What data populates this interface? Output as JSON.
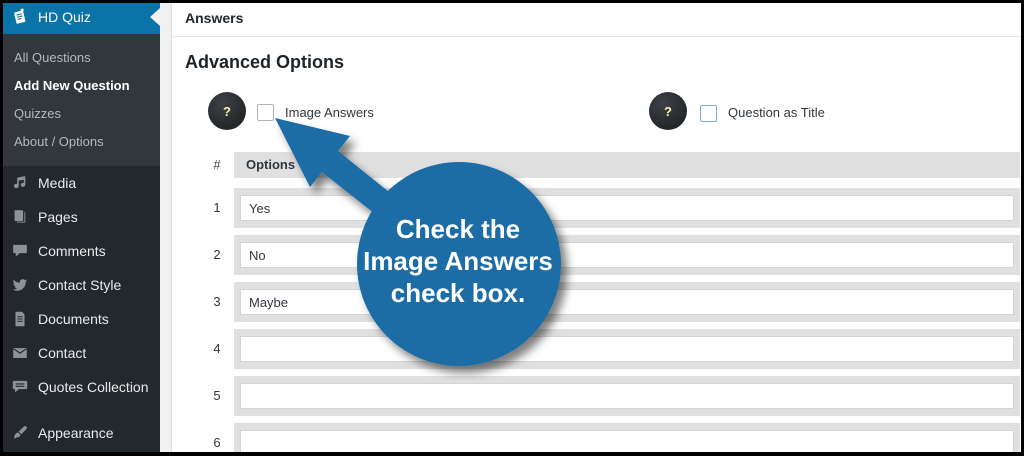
{
  "sidebar": {
    "header": {
      "label": "HD Quiz",
      "icon": "quiz-icon"
    },
    "submenu": [
      {
        "label": "All Questions",
        "active": false
      },
      {
        "label": "Add New Question",
        "active": true
      },
      {
        "label": "Quizzes",
        "active": false
      },
      {
        "label": "About / Options",
        "active": false
      }
    ],
    "items": [
      {
        "label": "Media",
        "icon": "media-icon",
        "separator_before": false
      },
      {
        "label": "Pages",
        "icon": "pages-icon",
        "separator_before": false
      },
      {
        "label": "Comments",
        "icon": "comments-icon",
        "separator_before": false
      },
      {
        "label": "Contact Style",
        "icon": "twitter-icon",
        "separator_before": false
      },
      {
        "label": "Documents",
        "icon": "document-icon",
        "separator_before": false
      },
      {
        "label": "Contact",
        "icon": "envelope-icon",
        "separator_before": false
      },
      {
        "label": "Quotes Collection",
        "icon": "quote-bubble-icon",
        "separator_before": false
      },
      {
        "label": "Appearance",
        "icon": "brush-icon",
        "separator_before": true
      }
    ]
  },
  "panel": {
    "title": "Answers",
    "section_heading": "Advanced Options",
    "options": [
      {
        "help": "?",
        "label": "Image Answers",
        "checked": false
      },
      {
        "help": "?",
        "label": "Question as Title",
        "checked": false
      }
    ],
    "table": {
      "columns": [
        "#",
        "Options"
      ],
      "rows": [
        {
          "num": "1",
          "value": "Yes"
        },
        {
          "num": "2",
          "value": "No"
        },
        {
          "num": "3",
          "value": "Maybe"
        },
        {
          "num": "4",
          "value": ""
        },
        {
          "num": "5",
          "value": ""
        },
        {
          "num": "6",
          "value": ""
        }
      ]
    }
  },
  "callout": {
    "lines": [
      "Check the",
      "Image Answers",
      "check box."
    ]
  },
  "colors": {
    "admin_blue": "#0a73a8",
    "callout_blue": "#1b6ca6",
    "sidebar_bg": "#23282d",
    "submenu_bg": "#32373c",
    "table_gray": "#e0e0e0"
  }
}
